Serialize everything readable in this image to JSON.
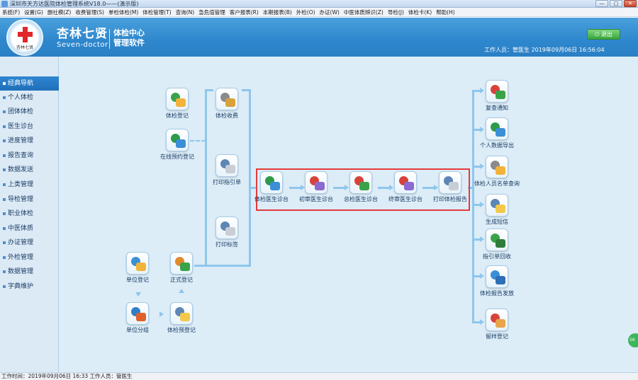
{
  "window": {
    "title": "深圳市天方达医院体检管理系统V18.0——(演示版)",
    "buttons": [
      "—",
      "□",
      "✕"
    ]
  },
  "menu": [
    "系统(F)",
    "设置(G)",
    "删社模(Z)",
    "收费管理(S)",
    "单检体检(M)",
    "体检管理(T)",
    "查询(N)",
    "急危值管理",
    "客户报表(R)",
    "本期报表(B)",
    "外检(O)",
    "办证(W)",
    "中医体质辨识(Z)",
    "导检(J)",
    "体检卡(K)",
    "帮助(H)"
  ],
  "header": {
    "logo_text": "杏林七贤",
    "brand_cn": "杏林七贤",
    "brand_en": "Seven-doctor",
    "sub1": "体检中心",
    "sub2": "管理软件",
    "exit_label": "退出",
    "user_info": "工作人员：管医生  2019年09月06日 16:56:04"
  },
  "sidebar": [
    {
      "label": "经典导航",
      "active": true
    },
    {
      "label": "个人体检",
      "active": false
    },
    {
      "label": "团体体检",
      "active": false
    },
    {
      "label": "医生诊台",
      "active": false
    },
    {
      "label": "进度管理",
      "active": false
    },
    {
      "label": "报告查询",
      "active": false
    },
    {
      "label": "数据发送",
      "active": false
    },
    {
      "label": "上类管理",
      "active": false
    },
    {
      "label": "导检管理",
      "active": false
    },
    {
      "label": "职业体检",
      "active": false
    },
    {
      "label": "中医体质",
      "active": false
    },
    {
      "label": "办证管理",
      "active": false
    },
    {
      "label": "外检管理",
      "active": false
    },
    {
      "label": "数据管理",
      "active": false
    },
    {
      "label": "字典维护",
      "active": false
    }
  ],
  "nodes": {
    "n1": "体检登记",
    "n2": "在线预约登记",
    "n3": "体检收费",
    "n4": "打印指引单",
    "n5": "打印标签",
    "n6": "单位登记",
    "n7": "正式登记",
    "n8": "单位分组",
    "n9": "体检预登记",
    "n10": "体检医生诊台",
    "n11": "初审医生诊台",
    "n12": "总检医生诊台",
    "n13": "终审医生诊台",
    "n14": "打印体检报告",
    "n15": "复查通知",
    "n16": "个人数据导出",
    "n17": "体检人员名单查询",
    "n18": "生成短信",
    "n19": "指引单回收",
    "n20": "体检报告发放",
    "n21": "留样登记"
  },
  "status": {
    "text": "工作时间：2019年09月06日 16:33    工作人员：管医生"
  },
  "badge": "56"
}
